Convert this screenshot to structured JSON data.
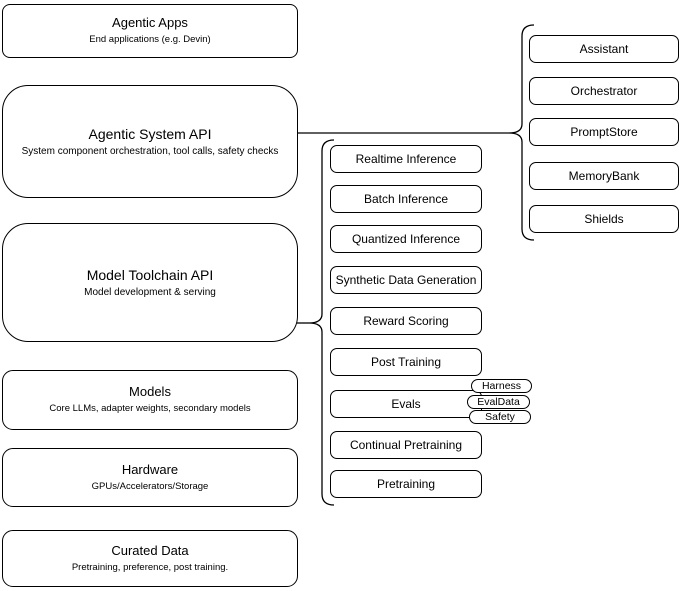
{
  "diagram": {
    "colors": {
      "background": "#ffffff",
      "stroke": "#000000",
      "node_fill": "#ffffff"
    },
    "left_stack": [
      {
        "title": "Agentic Apps",
        "subtitle": "End applications (e.g. Devin)"
      },
      {
        "title": "Agentic System API",
        "subtitle": "System component orchestration, tool calls, safety checks"
      },
      {
        "title": "Model Toolchain API",
        "subtitle": "Model development & serving"
      },
      {
        "title": "Models",
        "subtitle": "Core LLMs, adapter weights, secondary models"
      },
      {
        "title": "Hardware",
        "subtitle": "GPUs/Accelerators/Storage"
      },
      {
        "title": "Curated Data",
        "subtitle": "Pretraining, preference, post training."
      }
    ],
    "toolchain_group": {
      "items": [
        "Realtime Inference",
        "Batch Inference",
        "Quantized Inference",
        "Synthetic Data Generation",
        "Reward Scoring",
        "Post Training",
        "Evals",
        "Continual Pretraining",
        "Pretraining"
      ]
    },
    "eval_tags": [
      "Harness",
      "EvalData",
      "Safety"
    ],
    "components_group": {
      "items": [
        "Assistant",
        "Orchestrator",
        "PromptStore",
        "MemoryBank",
        "Shields"
      ]
    }
  }
}
